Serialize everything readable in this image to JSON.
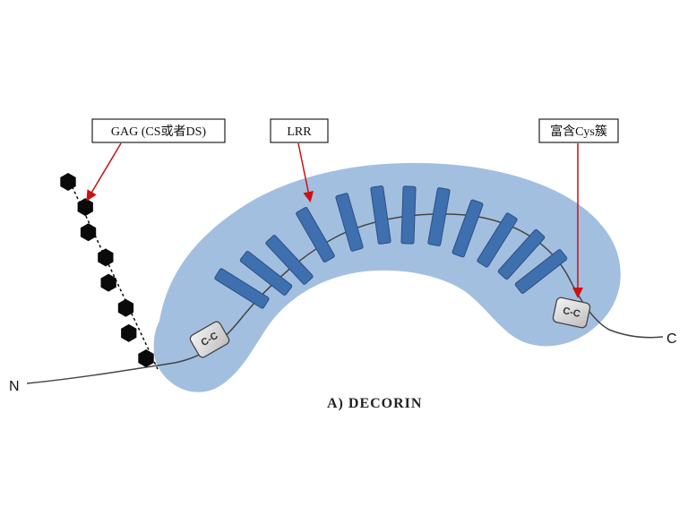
{
  "diagram": {
    "title": "A) DECORIN",
    "end_labels": {
      "n_terminus": "N",
      "c_terminus": "C"
    },
    "callouts": {
      "gag": "GAG (CS或者DS)",
      "lrr": "LRR",
      "cys_cluster": "富含Cys簇"
    },
    "disulfide_label": "C-C",
    "lrr_repeat_count": 12,
    "gag_unit_count": 8,
    "colors": {
      "protein_body": "#a3bfe0",
      "lrr_repeat": "#3e6fae",
      "lrr_repeat_edge": "#2a5185",
      "gag_unit": "#0a0a0a",
      "arrow": "#cc1111",
      "backbone": "#444444"
    }
  }
}
